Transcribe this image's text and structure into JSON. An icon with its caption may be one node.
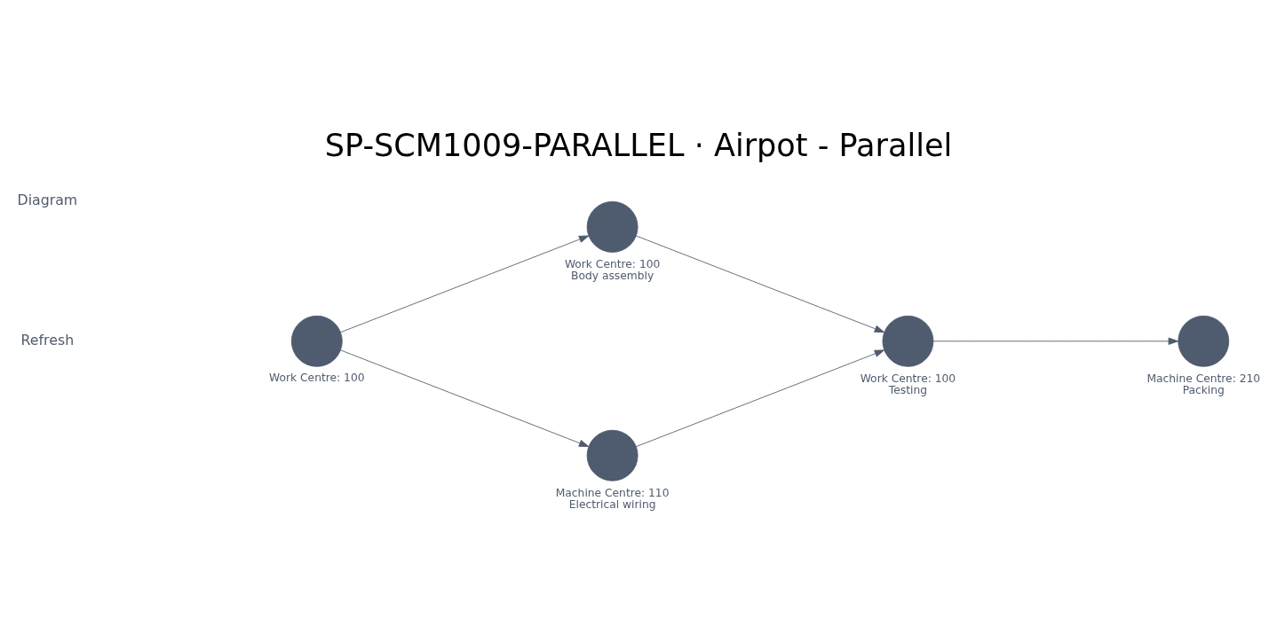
{
  "diagram": {
    "title": "SP-SCM1009-PARALLEL · Airpot - Parallel",
    "nodes": [
      {
        "text": [
          "Work Centre: 100"
        ]
      },
      {
        "text": [
          "Work Centre: 100",
          "Body assembly"
        ]
      },
      {
        "text": [
          "Machine Centre: 110",
          "Electrical wiring"
        ]
      },
      {
        "text": [
          "Work Centre: 100",
          "Testing"
        ]
      },
      {
        "text": [
          "Machine Centre: 210",
          "Packing"
        ]
      }
    ],
    "edges": [
      {
        "from": 0,
        "to": 1,
        "arrow": "to"
      },
      {
        "from": 0,
        "to": 2,
        "arrow": "to"
      },
      {
        "from": 1,
        "to": 3,
        "arrow": "to"
      },
      {
        "from": 2,
        "to": 3,
        "arrow": "to"
      },
      {
        "from": 3,
        "to": 4,
        "arrow": "to"
      }
    ],
    "labels": [
      "Diagram",
      "Refresh"
    ]
  }
}
